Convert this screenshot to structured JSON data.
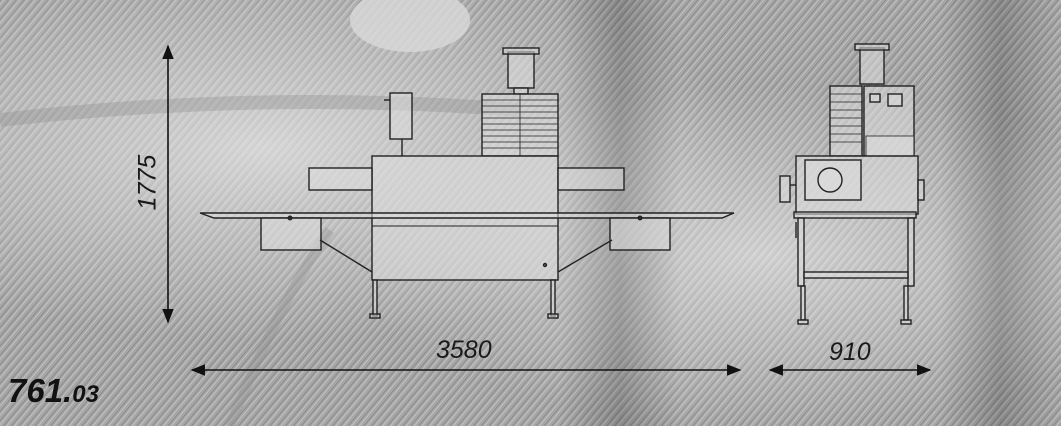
{
  "dimensions": {
    "height": "1775",
    "length": "3580",
    "width": "910"
  },
  "model": {
    "main": "761.",
    "sub": "03"
  },
  "colors": {
    "background": "#a9a9a9",
    "line": "#222222",
    "machine_fill": "#dcdcdc"
  }
}
